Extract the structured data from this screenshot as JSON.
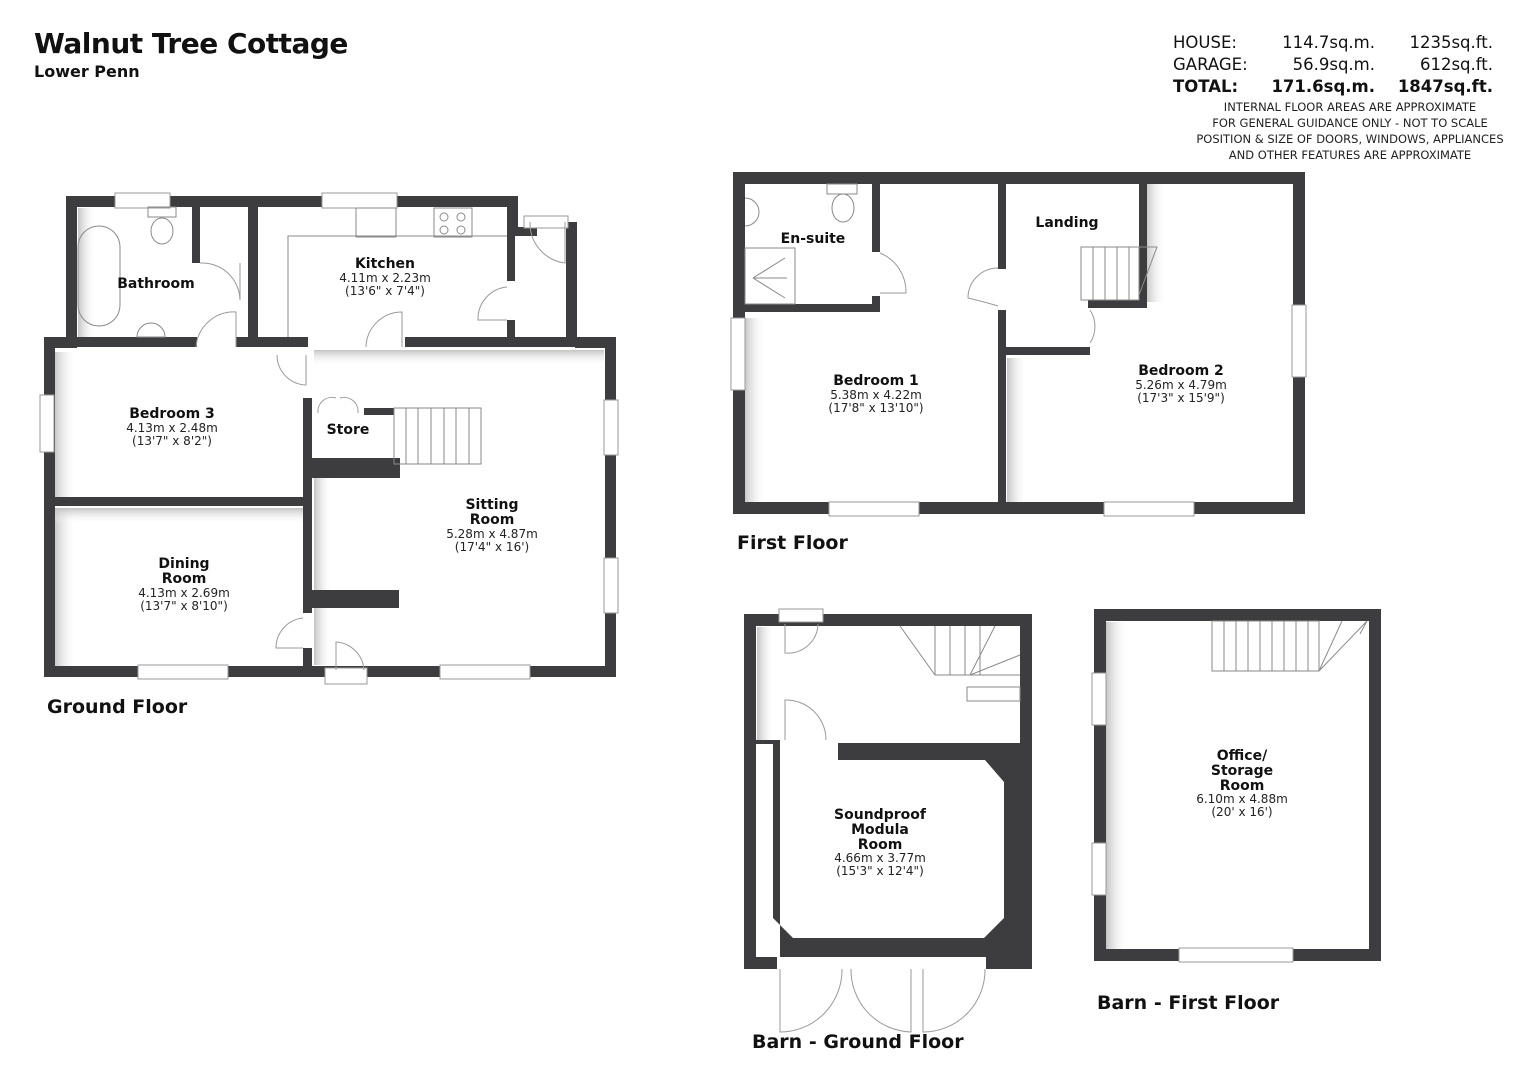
{
  "header": {
    "title": "Walnut Tree Cottage",
    "subtitle": "Lower Penn"
  },
  "areas": {
    "rows": [
      {
        "label": "HOUSE:",
        "sqm": "114.7sq.m.",
        "sqft": "1235sq.ft."
      },
      {
        "label": "GARAGE:",
        "sqm": "56.9sq.m.",
        "sqft": "612sq.ft."
      },
      {
        "label": "TOTAL:",
        "sqm": "171.6sq.m.",
        "sqft": "1847sq.ft."
      }
    ],
    "notes": [
      "INTERNAL FLOOR AREAS ARE APPROXIMATE",
      "FOR GENERAL GUIDANCE ONLY - NOT TO SCALE",
      "POSITION & SIZE OF DOORS, WINDOWS, APPLIANCES",
      "AND OTHER FEATURES ARE APPROXIMATE"
    ]
  },
  "floors": {
    "ground": {
      "label": "Ground Floor",
      "rooms": {
        "bathroom": {
          "name": "Bathroom"
        },
        "kitchen": {
          "name": "Kitchen",
          "metric": "4.11m x 2.23m",
          "imperial": "(13'6\" x 7'4\")"
        },
        "bedroom3": {
          "name": "Bedroom 3",
          "metric": "4.13m x 2.48m",
          "imperial": "(13'7\" x 8'2\")"
        },
        "store": {
          "name": "Store"
        },
        "sitting": {
          "name1": "Sitting",
          "name2": "Room",
          "metric": "5.28m x 4.87m",
          "imperial": "(17'4\" x 16')"
        },
        "dining": {
          "name1": "Dining",
          "name2": "Room",
          "metric": "4.13m x 2.69m",
          "imperial": "(13'7\" x 8'10\")"
        }
      }
    },
    "first": {
      "label": "First Floor",
      "rooms": {
        "ensuite": {
          "name": "En-suite"
        },
        "landing": {
          "name": "Landing"
        },
        "bedroom1": {
          "name": "Bedroom 1",
          "metric": "5.38m x 4.22m",
          "imperial": "(17'8\" x 13'10\")"
        },
        "bedroom2": {
          "name": "Bedroom 2",
          "metric": "5.26m x 4.79m",
          "imperial": "(17'3\" x 15'9\")"
        }
      }
    },
    "barn_ground": {
      "label": "Barn - Ground Floor",
      "rooms": {
        "soundproof": {
          "name1": "Soundproof",
          "name2": "Modula",
          "name3": "Room",
          "metric": "4.66m x 3.77m",
          "imperial": "(15'3\" x 12'4\")"
        }
      }
    },
    "barn_first": {
      "label": "Barn - First Floor",
      "rooms": {
        "office": {
          "name1": "Office/",
          "name2": "Storage",
          "name3": "Room",
          "metric": "6.10m x 4.88m",
          "imperial": "(20' x 16')"
        }
      }
    }
  },
  "colors": {
    "wall": "#3d3d3f",
    "background": "#ffffff",
    "text": "#111111"
  }
}
